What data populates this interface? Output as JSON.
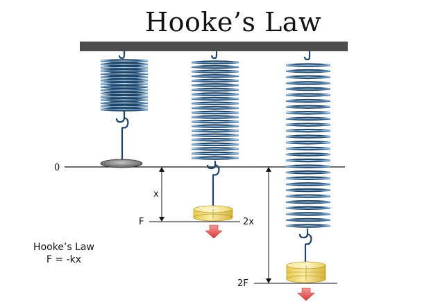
{
  "title": "Hooke’s Law",
  "caption": {
    "line1": "Hooke’s Law",
    "line2": "F = -kx"
  },
  "labels": {
    "zero": "0",
    "x": "x",
    "f": "F",
    "two_x": "2x",
    "two_f": "2F"
  },
  "colors": {
    "spring": "#4a7fae",
    "spring_dark": "#1f4466",
    "ceiling": "#4d4d4d",
    "weight": "#f2dc73",
    "weight_edge": "#b89a2e",
    "arrow": "#e8585a",
    "line": "#111111"
  },
  "springs": [
    {
      "name": "unloaded",
      "coils": 16,
      "state": "compressed"
    },
    {
      "name": "one-weight",
      "coils": 22,
      "state": "stretched x"
    },
    {
      "name": "two-weights",
      "coils": 28,
      "state": "stretched 2x"
    }
  ],
  "icons": [
    "hook-icon",
    "weight-icon",
    "down-arrow-icon"
  ]
}
